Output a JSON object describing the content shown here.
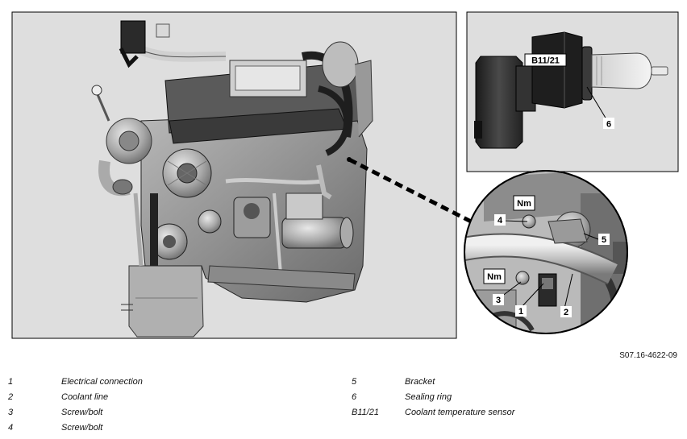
{
  "figure_id": "S07.16-4622-09",
  "callouts": {
    "sensor_label": "B11/21",
    "c1": "1",
    "c2": "2",
    "c3": "3",
    "c4": "4",
    "c5": "5",
    "c6": "6",
    "torque_a": "Nm",
    "torque_b": "Nm"
  },
  "legend": [
    {
      "num": "1",
      "desc": "Electrical connection"
    },
    {
      "num": "2",
      "desc": "Coolant line"
    },
    {
      "num": "3",
      "desc": "Screw/bolt"
    },
    {
      "num": "4",
      "desc": "Screw/bolt"
    },
    {
      "num": "5",
      "desc": "Bracket"
    },
    {
      "num": "6",
      "desc": "Sealing ring"
    },
    {
      "num": "B11/21",
      "desc": "Coolant temperature sensor"
    }
  ],
  "colors": {
    "panel_bg": "#dedede",
    "engine_dark": "#2a2a2a",
    "engine_mid": "#8c8c8c",
    "engine_light": "#c8c8c8"
  }
}
